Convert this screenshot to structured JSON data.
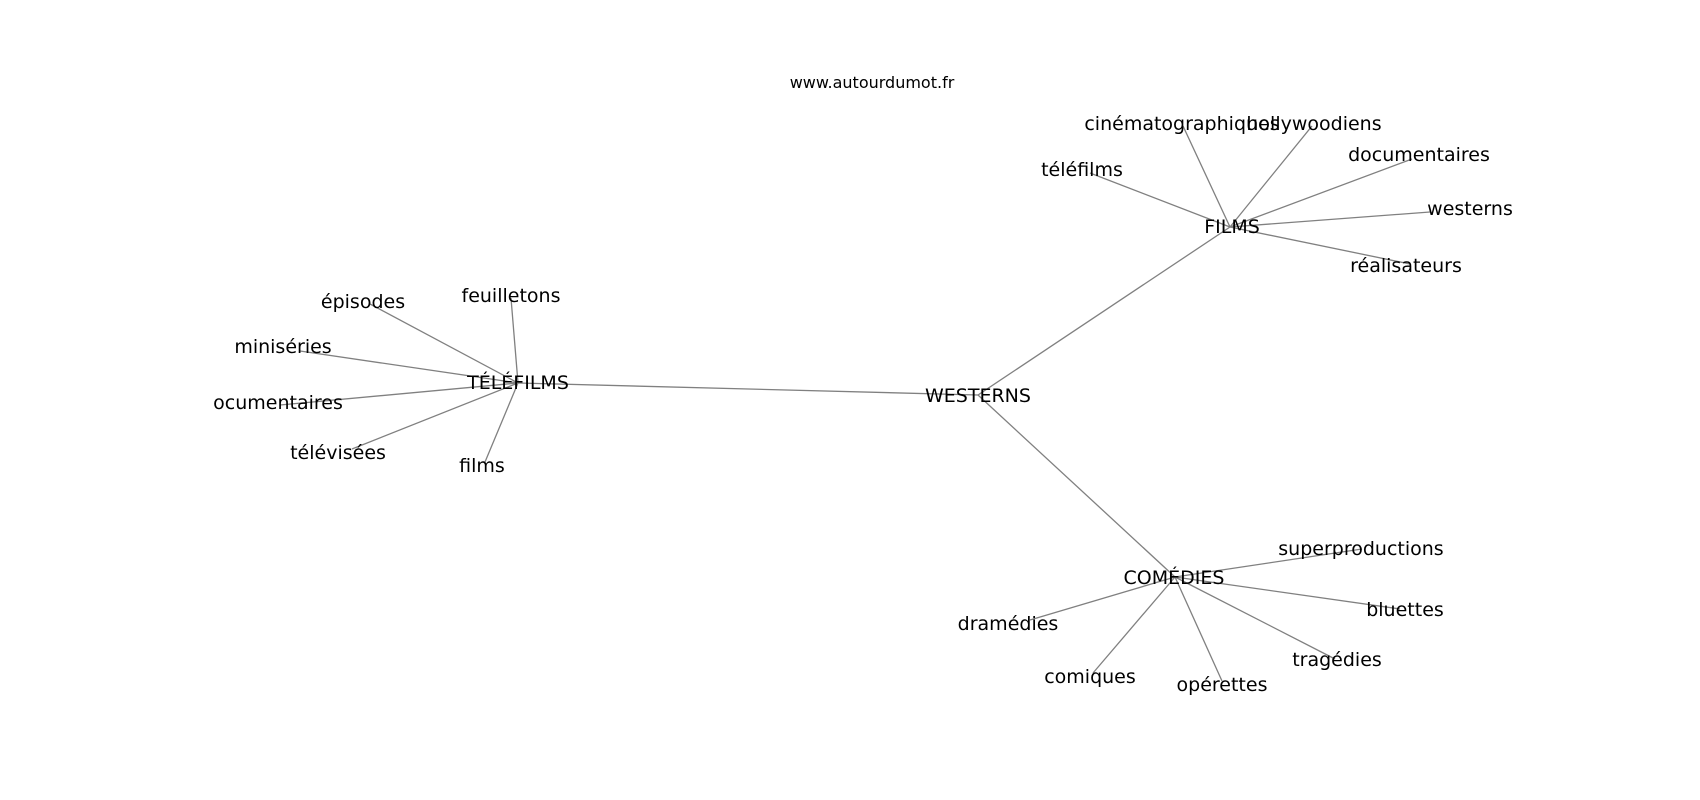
{
  "site": "www.autourdumot.fr",
  "colors": {
    "edge": "#808080",
    "text": "#000000",
    "background": "#ffffff"
  },
  "graph": {
    "center": "WESTERNS",
    "hubs": [
      {
        "label": "TÉLÉFILMS",
        "leaves": [
          "épisodes",
          "feuilletons",
          "miniséries",
          "ocumentaires",
          "télévisées",
          "films"
        ]
      },
      {
        "label": "FILMS",
        "leaves": [
          "cinématographiques",
          "hollywoodiens",
          "téléfilms",
          "documentaires",
          "westerns",
          "réalisateurs"
        ]
      },
      {
        "label": "COMÉDIES",
        "leaves": [
          "superproductions",
          "dramédies",
          "bluettes",
          "tragédies",
          "comiques",
          "opérettes"
        ]
      }
    ]
  }
}
